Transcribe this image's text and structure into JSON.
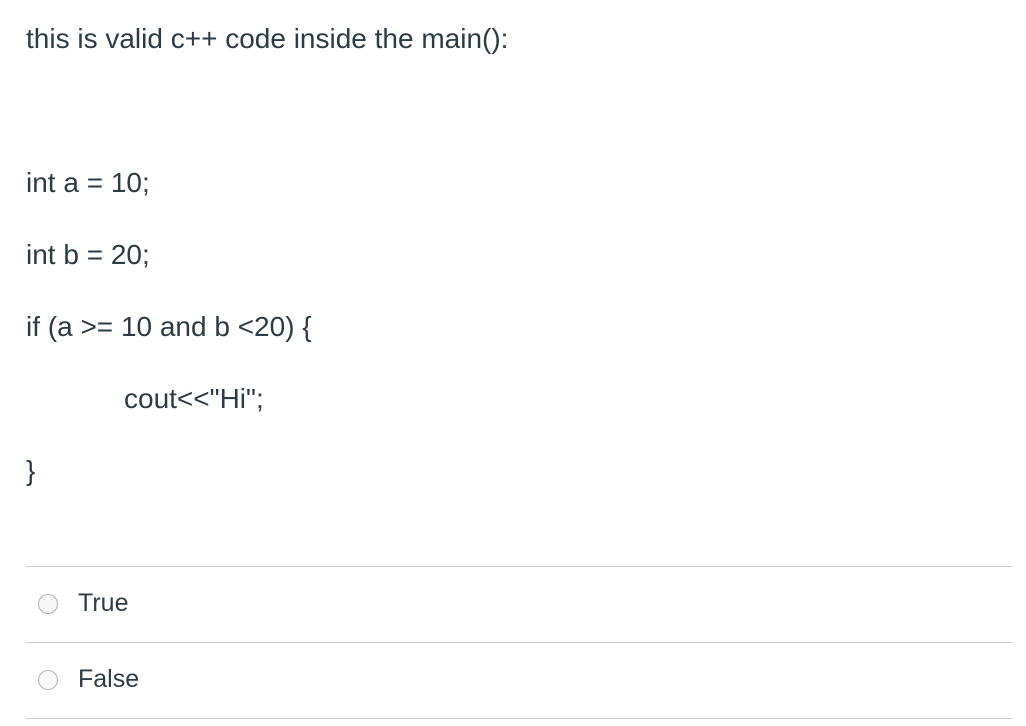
{
  "question": {
    "lines": [
      "this is valid c++ code inside the main():",
      "int a = 10;",
      "int b = 20;",
      "if (a >= 10 and b <20) {",
      "cout<<\"Hi\";",
      "}"
    ]
  },
  "answers": [
    {
      "label": "True",
      "selected": false
    },
    {
      "label": "False",
      "selected": false
    }
  ]
}
